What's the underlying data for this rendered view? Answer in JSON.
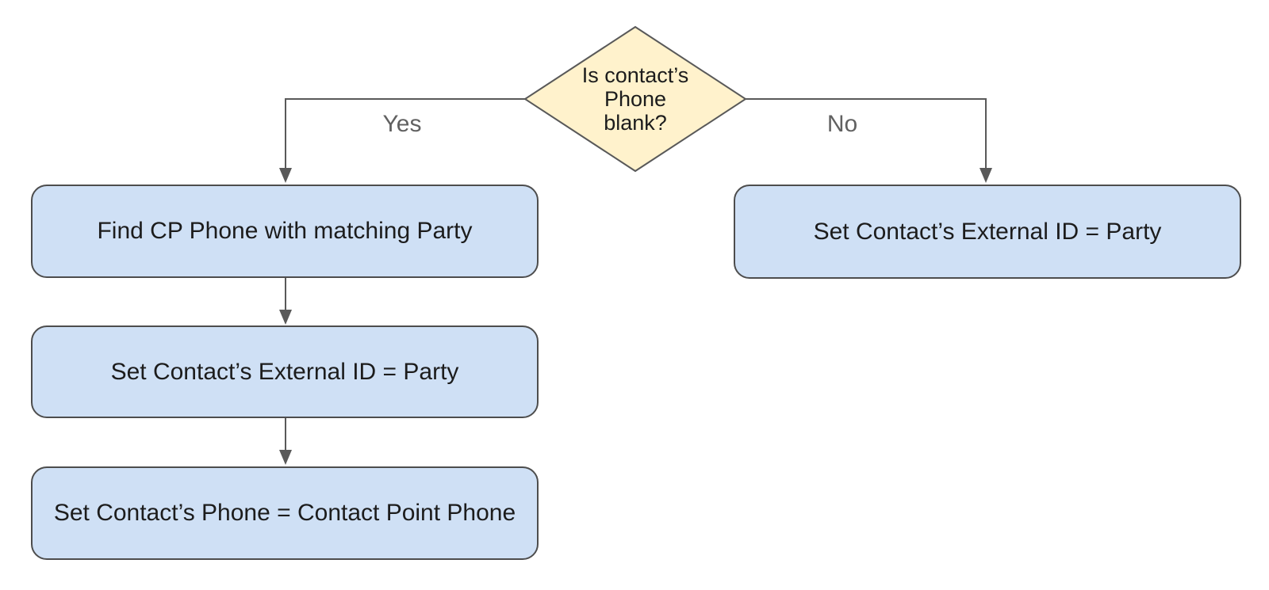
{
  "colors": {
    "canvas_bg": "#ffffff",
    "decision_fill": "#FFF2CC",
    "decision_border": "#595959",
    "process_fill": "#CFE0F5",
    "process_border": "#4d4d4d",
    "connector": "#595959",
    "node_text": "#1c1c1c",
    "label_text": "#616161"
  },
  "decision": {
    "line1": "Is contact’s",
    "line2": "Phone",
    "line3": "blank?"
  },
  "branches": {
    "yes_label": "Yes",
    "no_label": "No"
  },
  "yes_path_nodes": [
    {
      "label": "Find CP Phone with matching Party"
    },
    {
      "label": "Set Contact’s External ID = Party"
    },
    {
      "label": "Set Contact’s Phone = Contact Point Phone"
    }
  ],
  "no_path_nodes": [
    {
      "label": "Set Contact’s External ID = Party"
    }
  ]
}
